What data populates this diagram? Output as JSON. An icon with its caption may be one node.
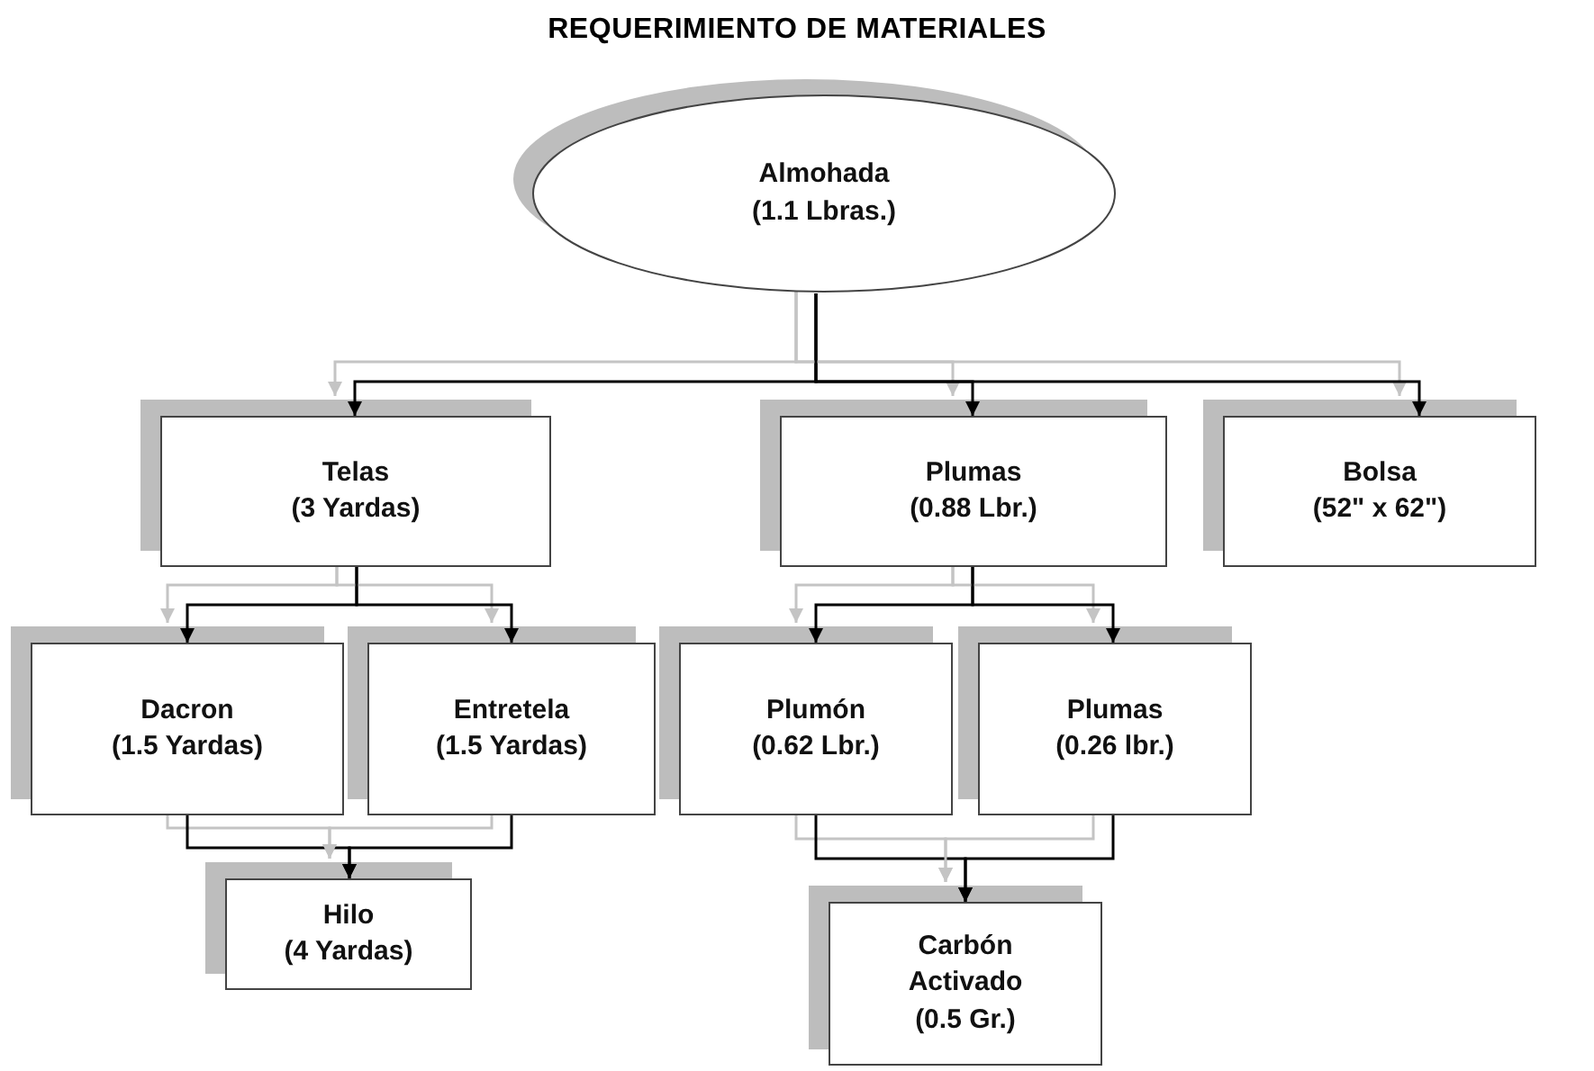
{
  "diagram": {
    "title": "REQUERIMIENTO DE MATERIALES",
    "nodes": [
      {
        "text": [
          "Almohada",
          "(1.1 Lbras.)"
        ]
      },
      {
        "text": [
          "Telas",
          "(3 Yardas)"
        ]
      },
      {
        "text": [
          "Plumas",
          "(0.88 Lbr.)"
        ]
      },
      {
        "text": [
          "Bolsa",
          "(52\" x 62\")"
        ]
      },
      {
        "text": [
          "Dacron",
          "(1.5 Yardas)"
        ]
      },
      {
        "text": [
          "Entretela",
          "(1.5 Yardas)"
        ]
      },
      {
        "text": [
          "Plumón",
          "(0.62 Lbr.)"
        ]
      },
      {
        "text": [
          "Plumas",
          "(0.26 lbr.)"
        ]
      },
      {
        "text": [
          "Hilo",
          "(4 Yardas)"
        ]
      },
      {
        "text": [
          "Carbón Activado",
          "(0.5 Gr.)"
        ]
      }
    ],
    "edges": [
      {
        "from": 0,
        "to": 1,
        "arrow": "to"
      },
      {
        "from": 0,
        "to": 2,
        "arrow": "to"
      },
      {
        "from": 0,
        "to": 3,
        "arrow": "to"
      },
      {
        "from": 1,
        "to": 4,
        "arrow": "to"
      },
      {
        "from": 1,
        "to": 5,
        "arrow": "to"
      },
      {
        "from": 2,
        "to": 6,
        "arrow": "to"
      },
      {
        "from": 2,
        "to": 7,
        "arrow": "to"
      },
      {
        "from": 4,
        "to": 8,
        "arrow": "to"
      },
      {
        "from": 5,
        "to": 8,
        "arrow": "to"
      },
      {
        "from": 6,
        "to": 9,
        "arrow": "to"
      },
      {
        "from": 7,
        "to": 9,
        "arrow": "to"
      }
    ]
  }
}
